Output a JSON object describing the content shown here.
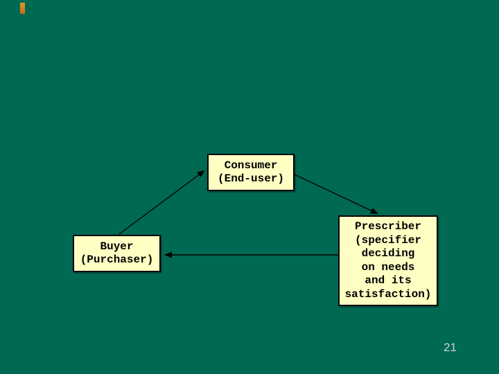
{
  "slide": {
    "page_number": "21"
  },
  "colors": {
    "background": "#006953",
    "box_fill": "#FFFFC4",
    "box_border": "#000000",
    "arrow": "#000000",
    "page_number": "#C9D3CF",
    "accent_bar": "#E09A2B"
  },
  "diagram": {
    "nodes": [
      {
        "id": "consumer",
        "lines": [
          "Consumer",
          "(End-user)"
        ]
      },
      {
        "id": "buyer",
        "lines": [
          "Buyer",
          "(Purchaser)"
        ]
      },
      {
        "id": "prescriber",
        "lines": [
          "Prescriber",
          "(specifier",
          "deciding",
          "on needs",
          "and its",
          "satisfaction)"
        ]
      }
    ],
    "edges": [
      {
        "from": "buyer",
        "to": "consumer"
      },
      {
        "from": "consumer",
        "to": "prescriber"
      },
      {
        "from": "prescriber",
        "to": "buyer"
      }
    ]
  }
}
